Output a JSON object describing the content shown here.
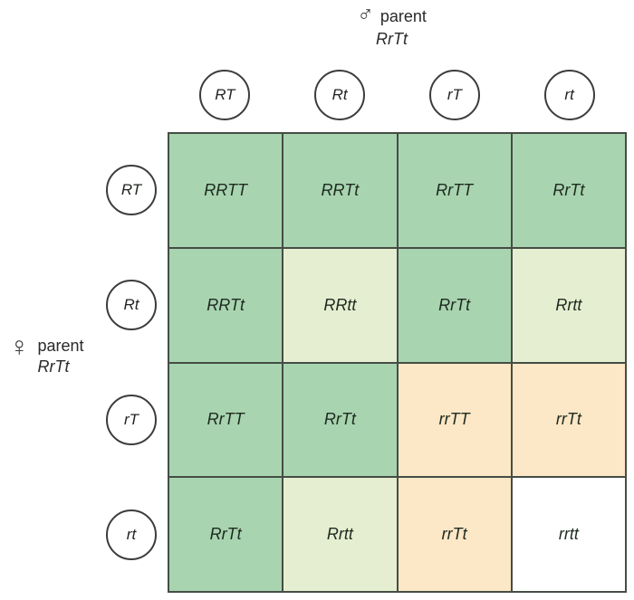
{
  "male_parent": {
    "symbol": "♂",
    "label": "parent",
    "genotype": "RrTt"
  },
  "female_parent": {
    "symbol": "♀",
    "label": "parent",
    "genotype": "RrTt"
  },
  "male_gametes": [
    "RT",
    "Rt",
    "rT",
    "rt"
  ],
  "female_gametes": [
    "RT",
    "Rt",
    "rT",
    "rt"
  ],
  "grid": {
    "rows": [
      {
        "header": "RT",
        "cells": [
          {
            "genotype": "RRTT",
            "fill": "green"
          },
          {
            "genotype": "RRTt",
            "fill": "green"
          },
          {
            "genotype": "RrTT",
            "fill": "green"
          },
          {
            "genotype": "RrTt",
            "fill": "green"
          }
        ]
      },
      {
        "header": "Rt",
        "cells": [
          {
            "genotype": "RRTt",
            "fill": "green"
          },
          {
            "genotype": "RRtt",
            "fill": "lightgreen"
          },
          {
            "genotype": "RrTt",
            "fill": "green"
          },
          {
            "genotype": "Rrtt",
            "fill": "lightgreen"
          }
        ]
      },
      {
        "header": "rT",
        "cells": [
          {
            "genotype": "RrTT",
            "fill": "green"
          },
          {
            "genotype": "RrTt",
            "fill": "green"
          },
          {
            "genotype": "rrTT",
            "fill": "tan"
          },
          {
            "genotype": "rrTt",
            "fill": "tan"
          }
        ]
      },
      {
        "header": "rt",
        "cells": [
          {
            "genotype": "RrTt",
            "fill": "green"
          },
          {
            "genotype": "Rrtt",
            "fill": "lightgreen"
          },
          {
            "genotype": "rrTt",
            "fill": "tan"
          },
          {
            "genotype": "rrtt",
            "fill": "white"
          }
        ]
      }
    ]
  },
  "colors": {
    "green": "#a8d4b0",
    "lightgreen": "#e5eed0",
    "tan": "#fce7c6",
    "white": "#ffffff",
    "border": "#454d45",
    "text": "#1e2a20"
  }
}
